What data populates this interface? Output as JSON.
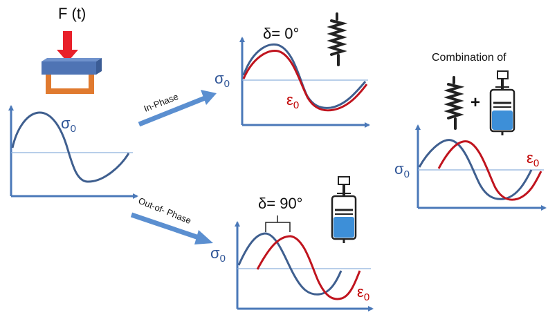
{
  "force_label": "F (t)",
  "in_phase_label": "In-Phase",
  "out_of_phase_label": "Out-of- Phase",
  "delta_in_phase": "δ= 0°",
  "delta_out_phase": "δ= 90°",
  "combination_label": "Combination of",
  "plus_sign": "+",
  "stress_symbol": "σ",
  "strain_symbol": "ε",
  "subscript_zero": "0",
  "colors": {
    "stress_curve": "#3f5f8f",
    "strain_curve": "#c0141e",
    "axis": "#4a78b8",
    "label_blue": "#2f5597",
    "label_red": "#c00000",
    "arrow": "#5b8fd0",
    "plate": "#4f74b4",
    "frame": "#e07a2f",
    "force_arrow": "#e8202a",
    "dashpot_fluid": "#3d8fd8"
  },
  "icons": [
    "spring-icon",
    "dashpot-icon",
    "force-arrow-icon"
  ]
}
